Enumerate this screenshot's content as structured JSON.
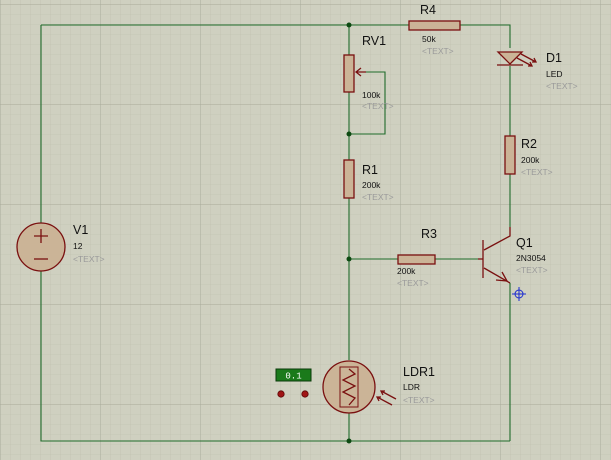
{
  "components": {
    "v1": {
      "name": "V1",
      "value": "12",
      "text": "<TEXT>"
    },
    "r4": {
      "name": "R4",
      "value": "50k",
      "text": "<TEXT>"
    },
    "rv1": {
      "name": "RV1",
      "value": "100k",
      "text": "<TEXT>"
    },
    "d1": {
      "name": "D1",
      "value": "LED",
      "text": "<TEXT>"
    },
    "r1": {
      "name": "R1",
      "value": "200k",
      "text": "<TEXT>"
    },
    "r2": {
      "name": "R2",
      "value": "200k",
      "text": "<TEXT>"
    },
    "r3": {
      "name": "R3",
      "value": "200k",
      "text": "<TEXT>"
    },
    "q1": {
      "name": "Q1",
      "value": "2N3054",
      "text": "<TEXT>"
    },
    "ldr1": {
      "name": "LDR1",
      "value": "LDR",
      "text": "<TEXT>"
    }
  },
  "probe": {
    "reading": "0.1"
  },
  "colors": {
    "background": "#cfd0c0",
    "grid": "#b3b5a3",
    "wire": "#1f6b2a",
    "component": "#7a1010",
    "component_fill": "#cbb497",
    "junction": "#0d4a12",
    "probe_display": "#1a7a1a"
  }
}
